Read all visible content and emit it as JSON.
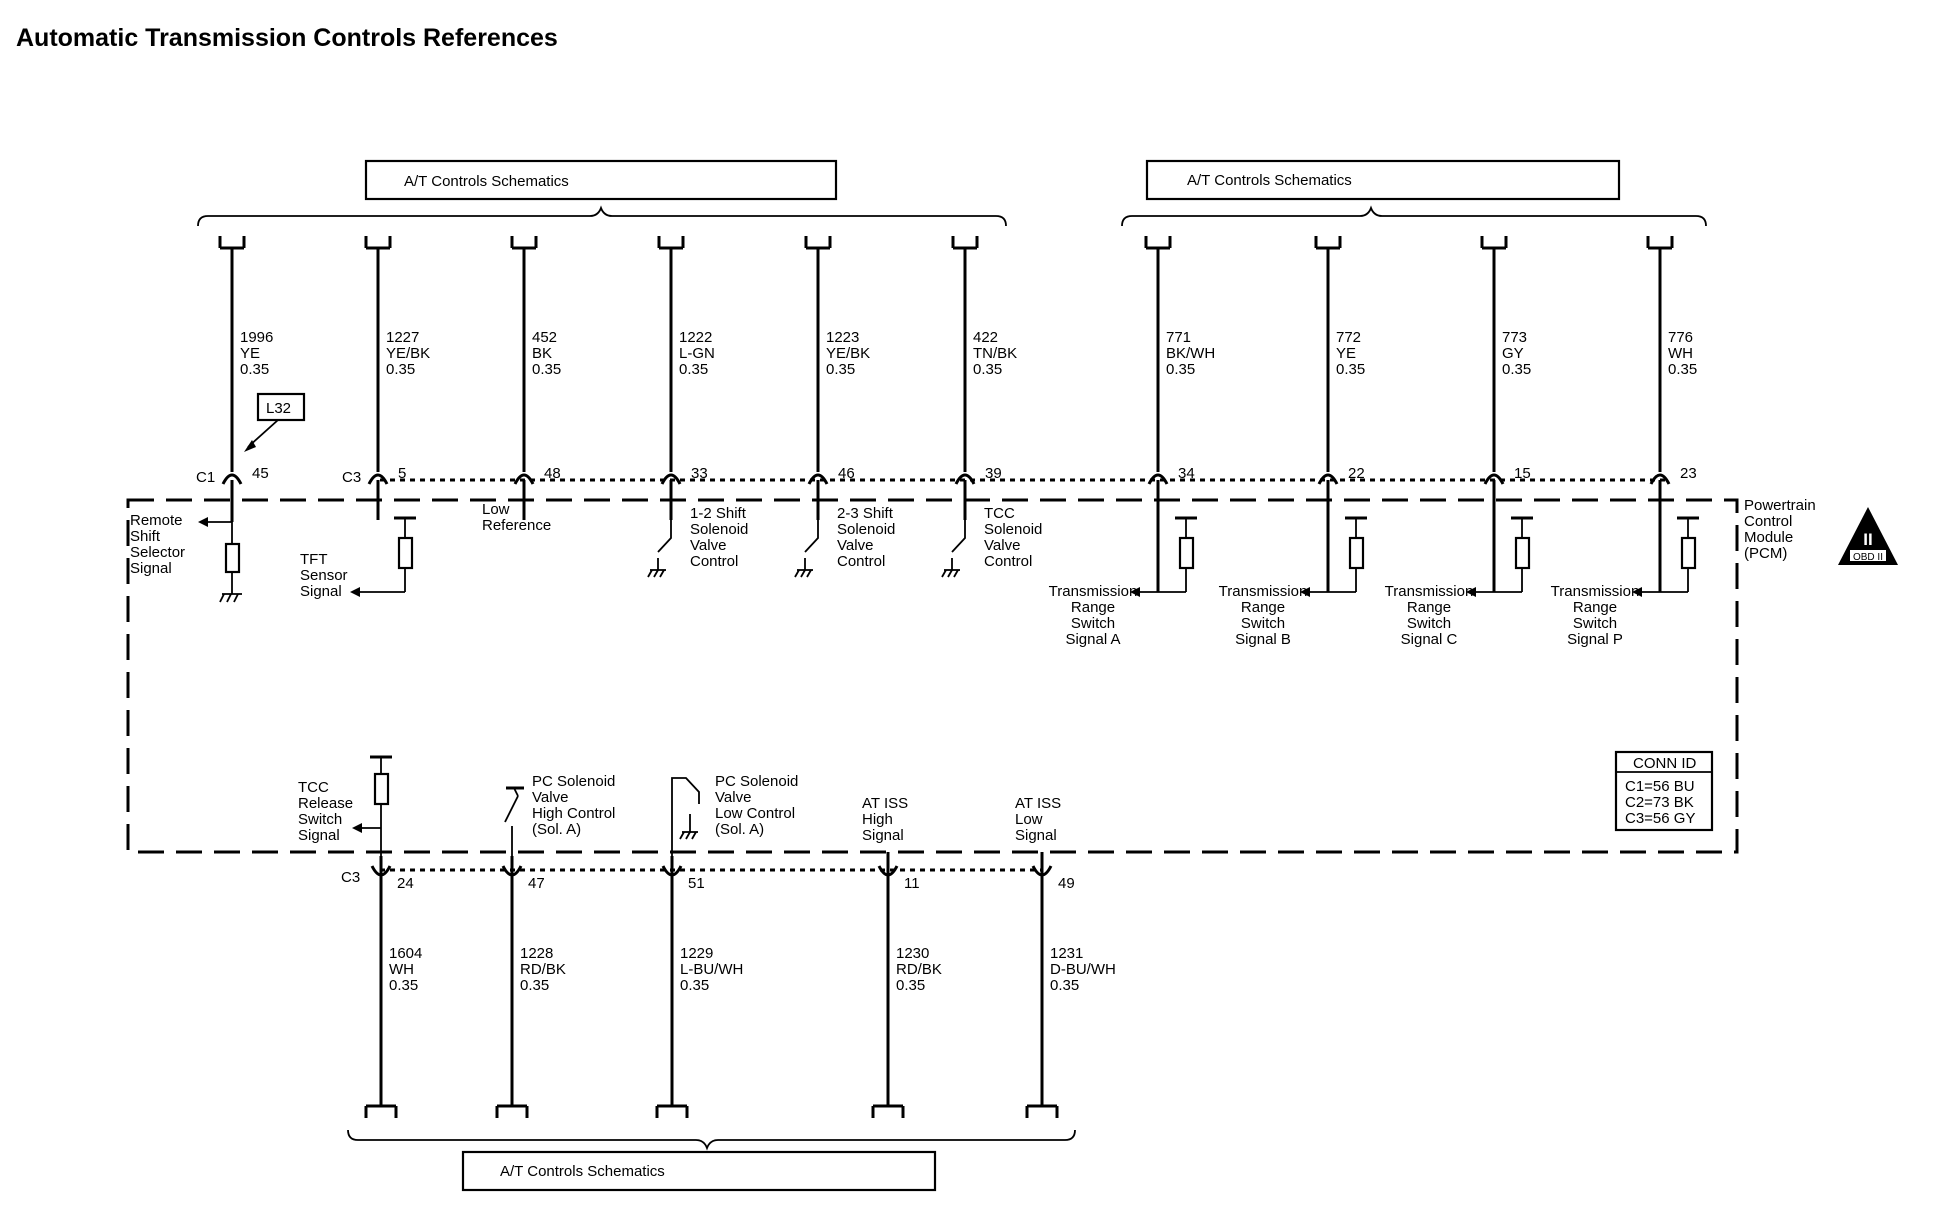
{
  "title": "Automatic Transmission Controls References",
  "ref_box_label": "A/T Controls Schematics",
  "module_label": [
    "Powertrain",
    "Control",
    "Module",
    "(PCM)"
  ],
  "obd_badge": {
    "numeral": "II",
    "text": "OBD II"
  },
  "option_tag": "L32",
  "conn_id": {
    "title": "CONN ID",
    "lines": [
      "C1=56 BU",
      "C2=73 BK",
      "C3=56 GY"
    ]
  },
  "top_wires": [
    {
      "circuit": "1996",
      "color": "YE",
      "gauge": "0.35",
      "connector": "C1",
      "pin": "45",
      "label": [
        "Remote",
        "Shift",
        "Selector",
        "Signal"
      ]
    },
    {
      "circuit": "1227",
      "color": "YE/BK",
      "gauge": "0.35",
      "connector": "C3",
      "pin": "5",
      "label": [
        "TFT",
        "Sensor",
        "Signal"
      ]
    },
    {
      "circuit": "452",
      "color": "BK",
      "gauge": "0.35",
      "connector": "",
      "pin": "48",
      "label": [
        "Low",
        "Reference"
      ]
    },
    {
      "circuit": "1222",
      "color": "L-GN",
      "gauge": "0.35",
      "connector": "",
      "pin": "33",
      "label": [
        "1-2 Shift",
        "Solenoid",
        "Valve",
        "Control"
      ]
    },
    {
      "circuit": "1223",
      "color": "YE/BK",
      "gauge": "0.35",
      "connector": "",
      "pin": "46",
      "label": [
        "2-3 Shift",
        "Solenoid",
        "Valve",
        "Control"
      ]
    },
    {
      "circuit": "422",
      "color": "TN/BK",
      "gauge": "0.35",
      "connector": "",
      "pin": "39",
      "label": [
        "TCC",
        "Solenoid",
        "Valve",
        "Control"
      ]
    },
    {
      "circuit": "771",
      "color": "BK/WH",
      "gauge": "0.35",
      "connector": "",
      "pin": "34",
      "label": [
        "Transmission",
        "Range",
        "Switch",
        "Signal A"
      ]
    },
    {
      "circuit": "772",
      "color": "YE",
      "gauge": "0.35",
      "connector": "",
      "pin": "22",
      "label": [
        "Transmission",
        "Range",
        "Switch",
        "Signal B"
      ]
    },
    {
      "circuit": "773",
      "color": "GY",
      "gauge": "0.35",
      "connector": "",
      "pin": "15",
      "label": [
        "Transmission",
        "Range",
        "Switch",
        "Signal C"
      ]
    },
    {
      "circuit": "776",
      "color": "WH",
      "gauge": "0.35",
      "connector": "",
      "pin": "23",
      "label": [
        "Transmission",
        "Range",
        "Switch",
        "Signal P"
      ]
    }
  ],
  "bottom_wires": [
    {
      "circuit": "1604",
      "color": "WH",
      "gauge": "0.35",
      "connector": "C3",
      "pin": "24",
      "label": [
        "TCC",
        "Release",
        "Switch",
        "Signal"
      ]
    },
    {
      "circuit": "1228",
      "color": "RD/BK",
      "gauge": "0.35",
      "connector": "",
      "pin": "47",
      "label": [
        "PC Solenoid",
        "Valve",
        "High Control",
        "(Sol. A)"
      ]
    },
    {
      "circuit": "1229",
      "color": "L-BU/WH",
      "gauge": "0.35",
      "connector": "",
      "pin": "51",
      "label": [
        "PC Solenoid",
        "Valve",
        "Low Control",
        "(Sol. A)"
      ]
    },
    {
      "circuit": "1230",
      "color": "RD/BK",
      "gauge": "0.35",
      "connector": "",
      "pin": "11",
      "label": [
        "AT ISS",
        "High",
        "Signal"
      ]
    },
    {
      "circuit": "1231",
      "color": "D-BU/WH",
      "gauge": "0.35",
      "connector": "",
      "pin": "49",
      "label": [
        "AT ISS",
        "Low",
        "Signal"
      ]
    }
  ]
}
